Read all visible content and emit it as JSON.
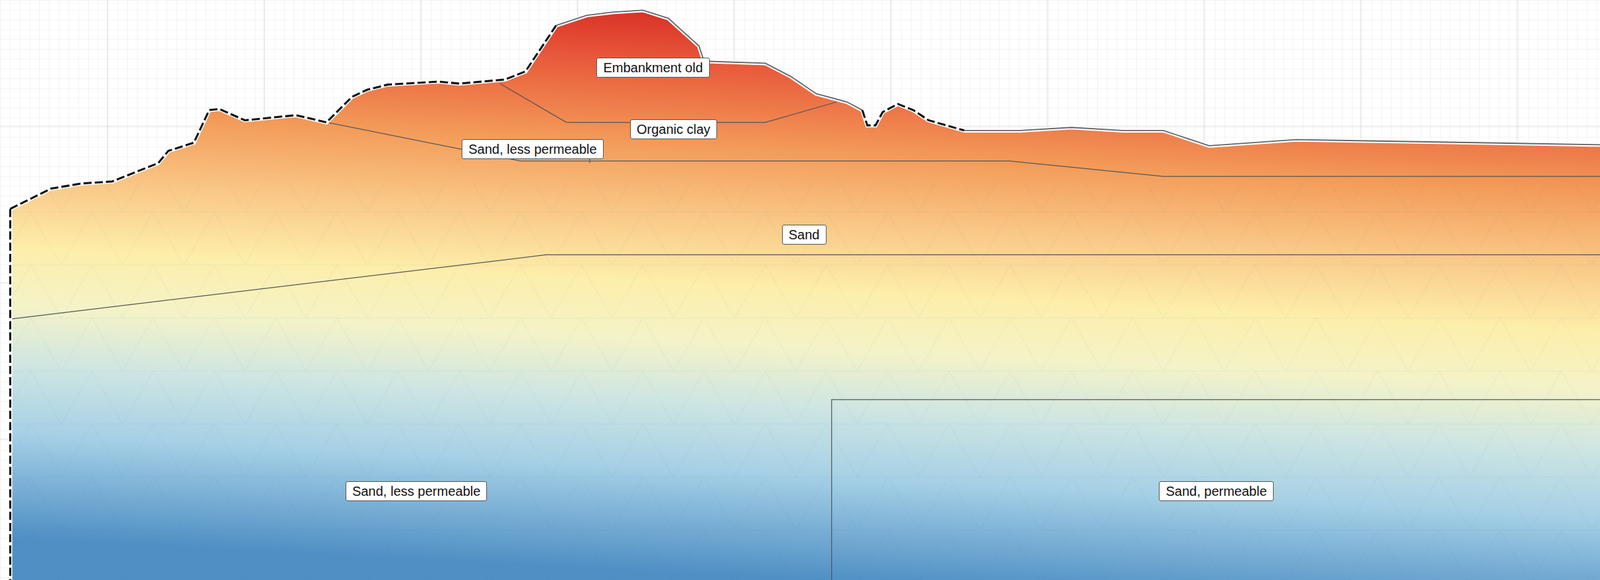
{
  "diagram": {
    "nodes": [
      {
        "text": [
          "Embankment old"
        ]
      },
      {
        "text": [
          "Organic clay"
        ]
      },
      {
        "text": [
          "Sand, less permeable"
        ]
      },
      {
        "text": [
          "Sand"
        ]
      },
      {
        "text": [
          "Sand, less permeable"
        ]
      },
      {
        "text": [
          "Sand, permeable"
        ]
      }
    ]
  }
}
